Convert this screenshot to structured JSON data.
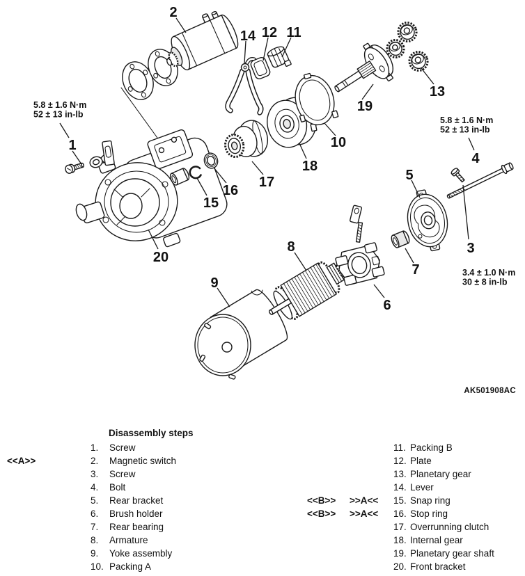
{
  "figure": {
    "code": "AK501908AC",
    "callouts": [
      "1",
      "2",
      "3",
      "4",
      "5",
      "6",
      "7",
      "8",
      "9",
      "10",
      "11",
      "12",
      "13",
      "14",
      "15",
      "16",
      "17",
      "18",
      "19",
      "20"
    ],
    "torque_notes": [
      {
        "nm": "5.8 ± 1.6 N·m",
        "inlb": "52 ± 13 in-lb"
      },
      {
        "nm": "5.8 ± 1.6 N·m",
        "inlb": "52 ± 13 in-lb"
      },
      {
        "nm": "3.4 ± 1.0 N·m",
        "inlb": "30 ± 8 in-lb"
      }
    ]
  },
  "legend": {
    "title": "Disassembly steps",
    "marker_a": "<<A>>",
    "marker_b": "<<B>>",
    "marker_a_rev": ">>A<<",
    "left_items": [
      {
        "num": "1.",
        "label": "Screw"
      },
      {
        "num": "2.",
        "label": "Magnetic switch"
      },
      {
        "num": "3.",
        "label": "Screw"
      },
      {
        "num": "4.",
        "label": "Bolt"
      },
      {
        "num": "5.",
        "label": "Rear bracket"
      },
      {
        "num": "6.",
        "label": "Brush holder"
      },
      {
        "num": "7.",
        "label": "Rear bearing"
      },
      {
        "num": "8.",
        "label": "Armature"
      },
      {
        "num": "9.",
        "label": "Yoke assembly"
      },
      {
        "num": "10.",
        "label": "Packing A"
      }
    ],
    "right_items": [
      {
        "num": "11.",
        "label": "Packing B"
      },
      {
        "num": "12.",
        "label": "Plate"
      },
      {
        "num": "13.",
        "label": "Planetary gear"
      },
      {
        "num": "14.",
        "label": "Lever"
      },
      {
        "num": "15.",
        "label": "Snap ring"
      },
      {
        "num": "16.",
        "label": "Stop ring"
      },
      {
        "num": "17.",
        "label": "Overrunning clutch"
      },
      {
        "num": "18.",
        "label": "Internal gear"
      },
      {
        "num": "19.",
        "label": "Planetary gear shaft"
      },
      {
        "num": "20.",
        "label": "Front bracket"
      }
    ]
  }
}
